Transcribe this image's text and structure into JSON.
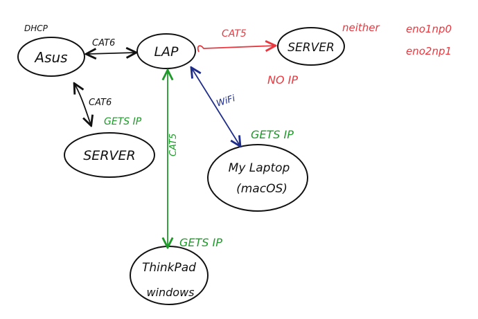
{
  "colors": {
    "black": "#111111",
    "red": "#e8383f",
    "green": "#1f9a2a",
    "blue": "#1f2d8a"
  },
  "nodes": {
    "asus": "Asus",
    "lap": "LAP",
    "server_top": "SERVER",
    "server_left": "SERVER",
    "my_laptop_line1": "My Laptop",
    "my_laptop_line2": "(macOS)",
    "thinkpad_line1": "ThinkPad",
    "thinkpad_line2": "windows"
  },
  "labels": {
    "dhcp": "DHCP",
    "cat6_top": "CAT6",
    "cat6_left": "CAT6",
    "cat5_red": "CAT5",
    "cat5_green": "CAT5",
    "wifi": "WiFi",
    "no_ip": "NO IP",
    "gets_ip_server": "GETS IP",
    "gets_ip_laptop": "GETS IP",
    "gets_ip_thinkpad": "GETS IP",
    "neither": "neither",
    "eno1": "eno1np0",
    "eno2": "eno2np1"
  }
}
